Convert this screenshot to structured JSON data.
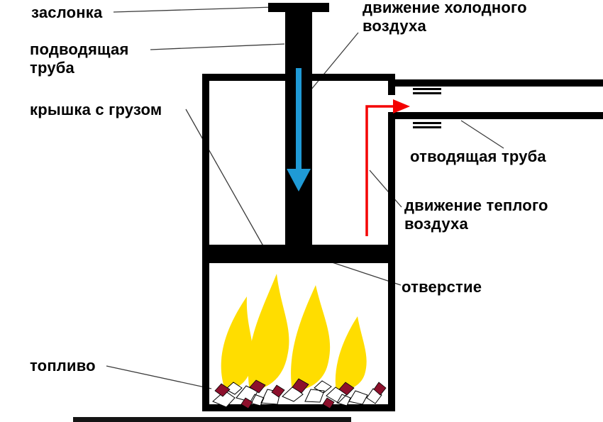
{
  "labels": {
    "damper": "заслонка",
    "supply_pipe": "подводящая\nтруба",
    "lid_with_weight": "крышка с грузом",
    "cold_air_flow": "движение холодного\nвоздуха",
    "exhaust_pipe": "отводящая труба",
    "warm_air_flow": "движение теплого\nвоздуха",
    "hole": "отверстие",
    "fuel": "топливо"
  },
  "colors": {
    "cold_air_blue": "#1f9ad6",
    "warm_air_red": "#f40000",
    "flame_yellow": "#ffdd00",
    "wood_maroon": "#8c102c"
  }
}
